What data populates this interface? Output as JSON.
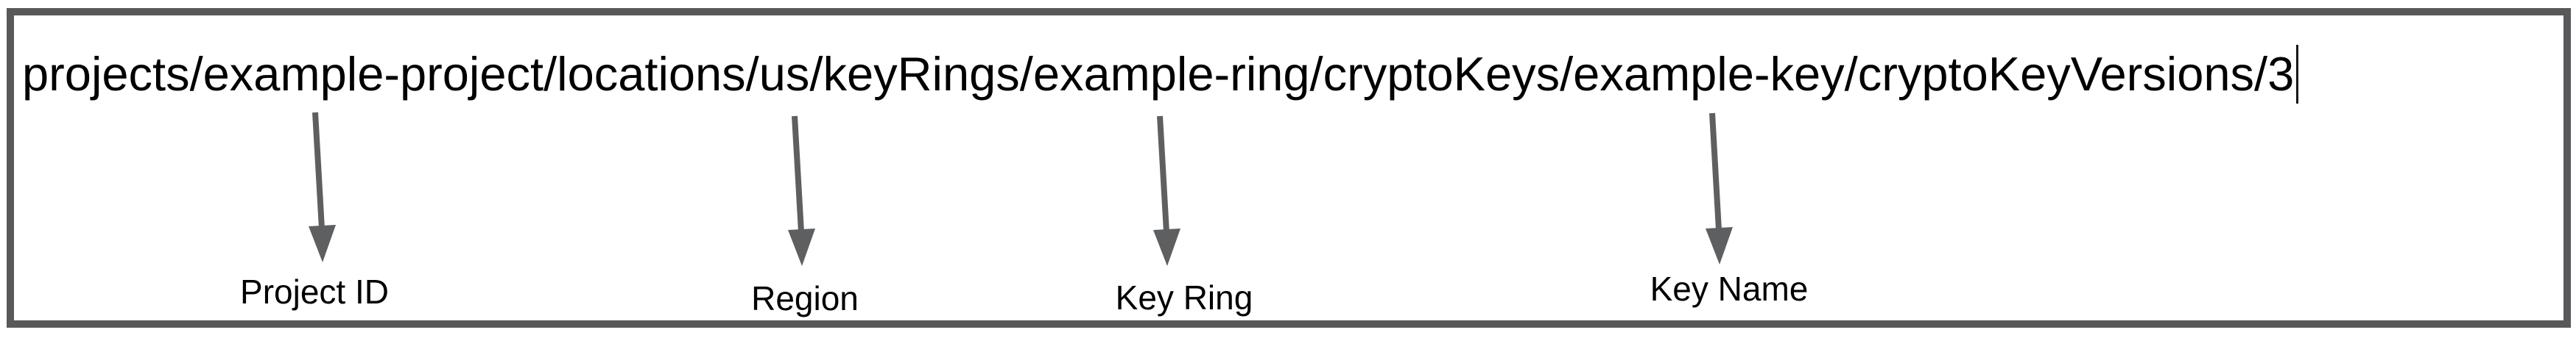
{
  "diagram": {
    "resource_path": "projects/example-project/locations/us/keyRings/example-ring/cryptoKeys/example-key/cryptoKeyVersions/3",
    "cursor_position": "end-of-line",
    "annotations": [
      {
        "label": "Project ID",
        "segment": "example-project"
      },
      {
        "label": "Region",
        "segment": "us"
      },
      {
        "label": "Key Ring",
        "segment": "example-ring"
      },
      {
        "label": "Key Name",
        "segment": "example-key"
      }
    ],
    "colors": {
      "border": "#58595b",
      "arrow": "#5e5f61",
      "text": "#000000"
    }
  }
}
